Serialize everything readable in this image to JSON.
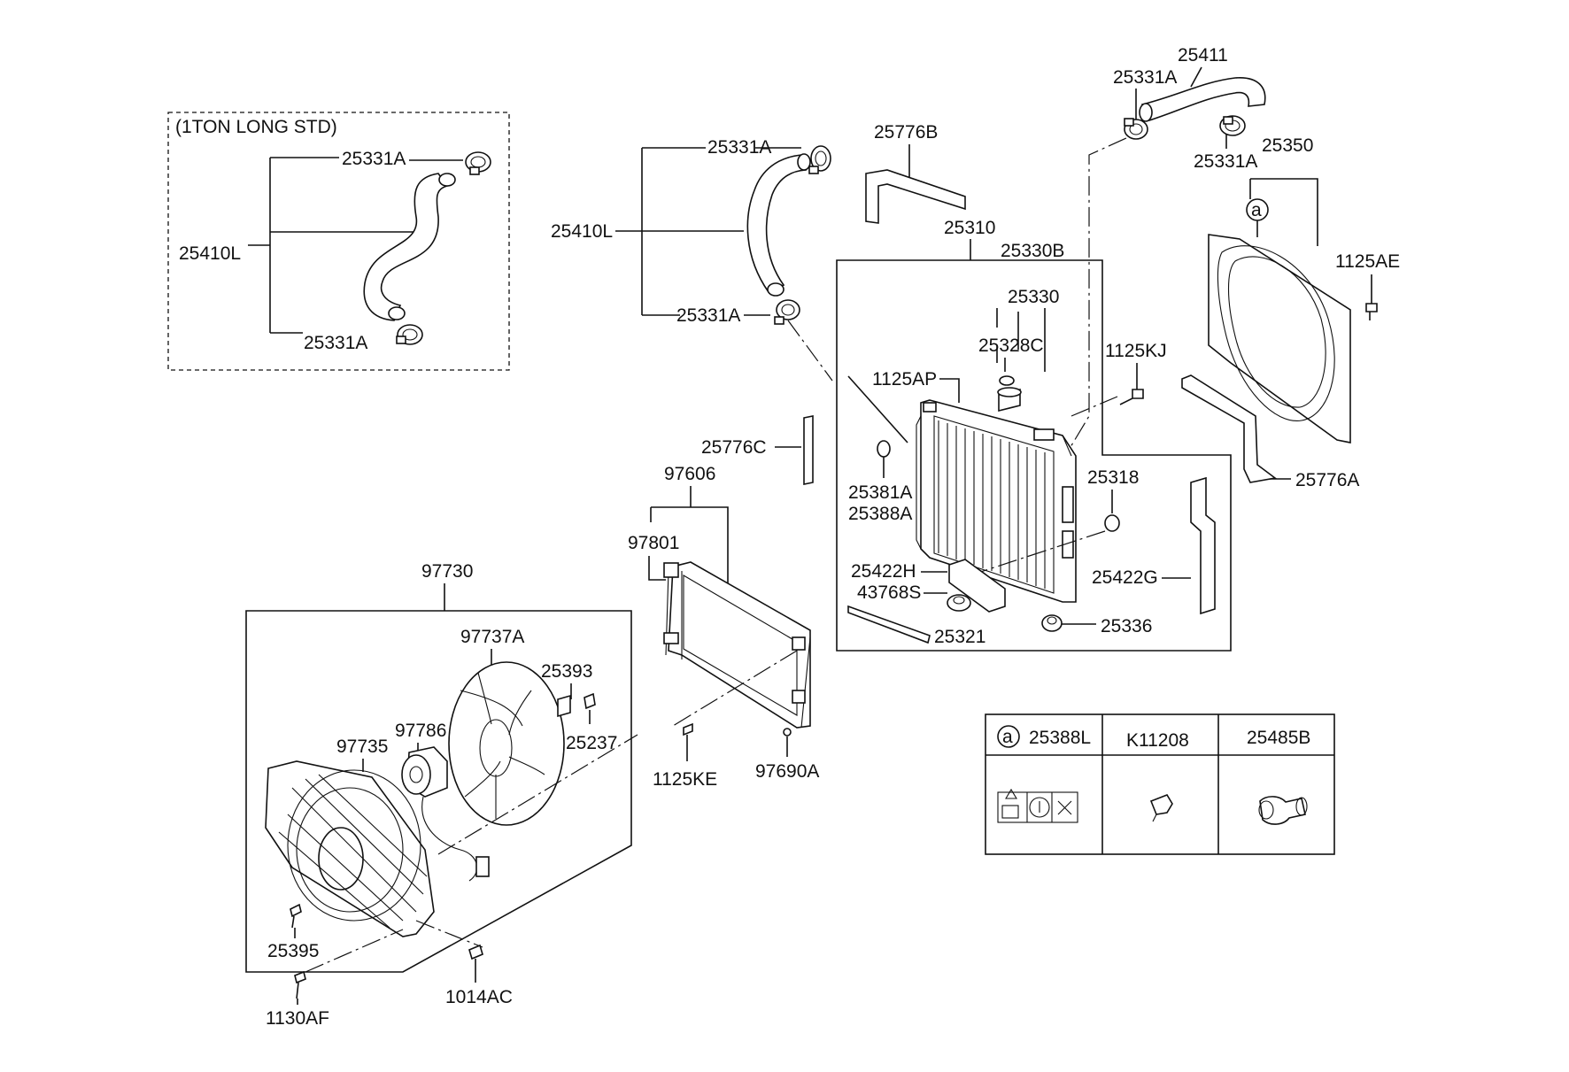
{
  "labels": {
    "long_std_note": "(1TON LONG STD)",
    "inset_upper_clamp": "25331A",
    "inset_hose": "25410L",
    "inset_lower_clamp": "25331A",
    "upper_clamp_mid": "25331A",
    "lower_hose": "25410L",
    "lower_clamp_mid": "25331A",
    "upper_hose": "25411",
    "upper_hose_clamp_a": "25331A",
    "upper_hose_clamp_b": "25331A",
    "shroud_assy": "25350",
    "air_guard_b": "25776B",
    "radiator_assy": "25310",
    "cap_b": "25330B",
    "cap": "25330",
    "seal_cap": "25328C",
    "screw_1125ap": "1125AP",
    "screw_1125kj": "1125KJ",
    "bolt_1125ae": "1125AE",
    "air_guard_a": "25776A",
    "air_guard_c": "25776C",
    "condenser_assy": "97606",
    "condenser_sub": "97801",
    "drain_plug": "25381A",
    "drain_oring": "25388A",
    "bracket_25318": "25318",
    "seal_h": "25422H",
    "seal_g": "25422G",
    "insulator_43768s": "43768S",
    "insulator_25336": "25336",
    "seal_25321": "25321",
    "fan_assy": "97730",
    "fan_blade": "97737A",
    "resistor": "25393",
    "nut_25237": "25237",
    "fan_motor": "97786",
    "fan_shroud": "97735",
    "bolt_1125ke": "1125KE",
    "bracket_97690a": "97690A",
    "screw_25395": "25395",
    "bolt_1130af": "1130AF",
    "bolt_1014ac": "1014AC"
  },
  "callout_marker": "a",
  "legend": {
    "marker": "a",
    "columns": [
      "25388L",
      "K11208",
      "25485B"
    ]
  }
}
